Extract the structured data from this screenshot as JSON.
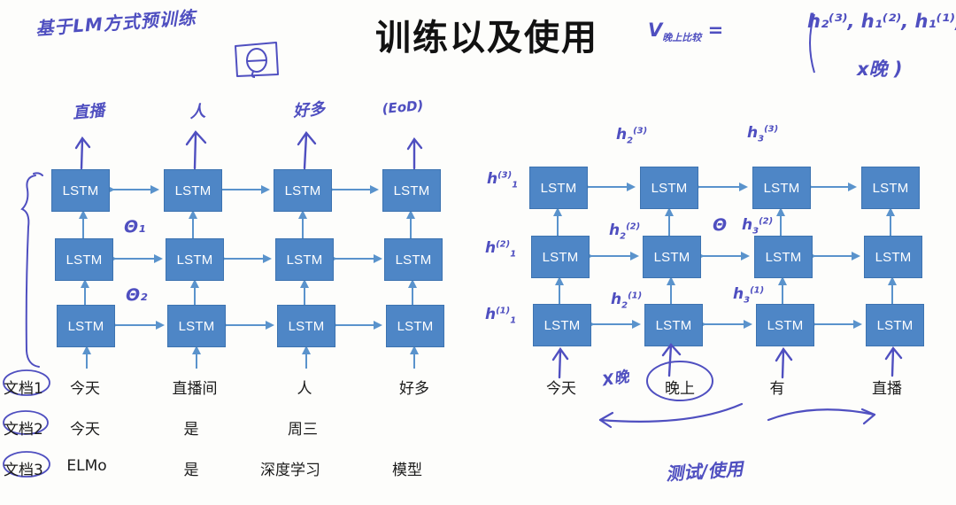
{
  "page": {
    "title": "训练以及使用",
    "background_color": "#fdfdfb",
    "lstm_color": "#4e86c6",
    "ink_color": "#4f4fc0",
    "text_color": "#1b1b1b"
  },
  "handwriting": {
    "top_left_note": "基于LM方式预训练",
    "boxed_theta": "Θ",
    "formula": {
      "lhs": "V",
      "lhs_sub": "晚上比较",
      "eq": "=",
      "rhs": "( h₂⁽³⁾ , h₁⁽²⁾ , h₁⁽¹⁾ , x晚 )",
      "terms": [
        "h₂⁽³⁾",
        "h₁⁽²⁾",
        "h₁⁽¹⁾",
        "x晚"
      ]
    },
    "bottom_note": "测试/使用",
    "x_token_label": "X晚"
  },
  "left_diagram": {
    "name": "training-biLM",
    "cell_label": "LSTM",
    "rows": 3,
    "cols": 4,
    "theta_labels": [
      "Θ₁",
      "Θ₂"
    ],
    "brace": "{",
    "predictions": [
      "直播",
      "人",
      "好多",
      "(EoD)"
    ],
    "doc_labels": [
      "文档1",
      "文档2",
      "文档3"
    ],
    "docs": [
      [
        "今天",
        "直播间",
        "人",
        "好多"
      ],
      [
        "今天",
        "是",
        "周三",
        ""
      ],
      [
        "ELMo",
        "是",
        "深度学习",
        "模型"
      ]
    ]
  },
  "right_diagram": {
    "name": "inference-biLM",
    "cell_label": "LSTM",
    "rows": 3,
    "cols": 4,
    "theta_label": "Θ",
    "hidden_labels": [
      {
        "base": "h",
        "sub": "1",
        "sup": "(3)"
      },
      {
        "base": "h",
        "sub": "1",
        "sup": "(2)"
      },
      {
        "base": "h",
        "sub": "1",
        "sup": "(1)"
      },
      {
        "base": "h",
        "sub": "2",
        "sup": "(3)"
      },
      {
        "base": "h",
        "sub": "2",
        "sup": "(2)"
      },
      {
        "base": "h",
        "sub": "2",
        "sup": "(1)"
      },
      {
        "base": "h",
        "sub": "3",
        "sup": "(3)"
      },
      {
        "base": "h",
        "sub": "3",
        "sup": "(2)"
      },
      {
        "base": "h",
        "sub": "3",
        "sup": "(1)"
      }
    ],
    "input_words": [
      "今天",
      "晚上",
      "有",
      "直播"
    ],
    "circled_word": "晚上"
  }
}
